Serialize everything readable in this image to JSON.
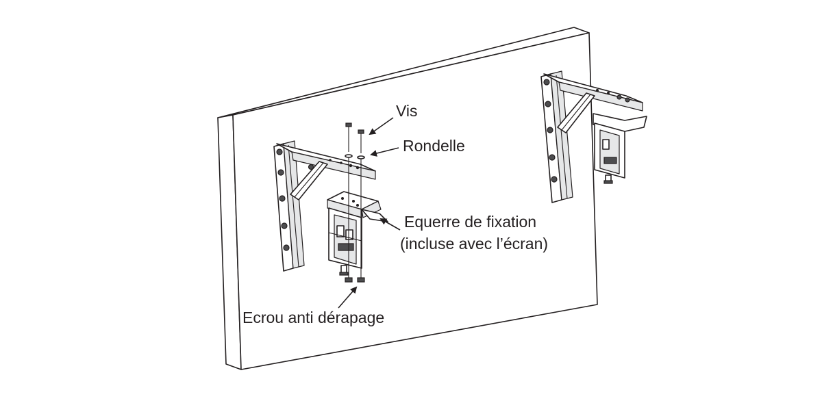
{
  "labels": {
    "screw": "Vis",
    "washer": "Rondelle",
    "bracket_line1": "Equerre de fixation",
    "bracket_line2": "(incluse avec l’écran)",
    "nut": "Ecrou anti dérapage"
  },
  "colors": {
    "line": "#231f20",
    "panel": "#ffffff",
    "shade": "#e6e7e8",
    "background": "#ffffff"
  }
}
